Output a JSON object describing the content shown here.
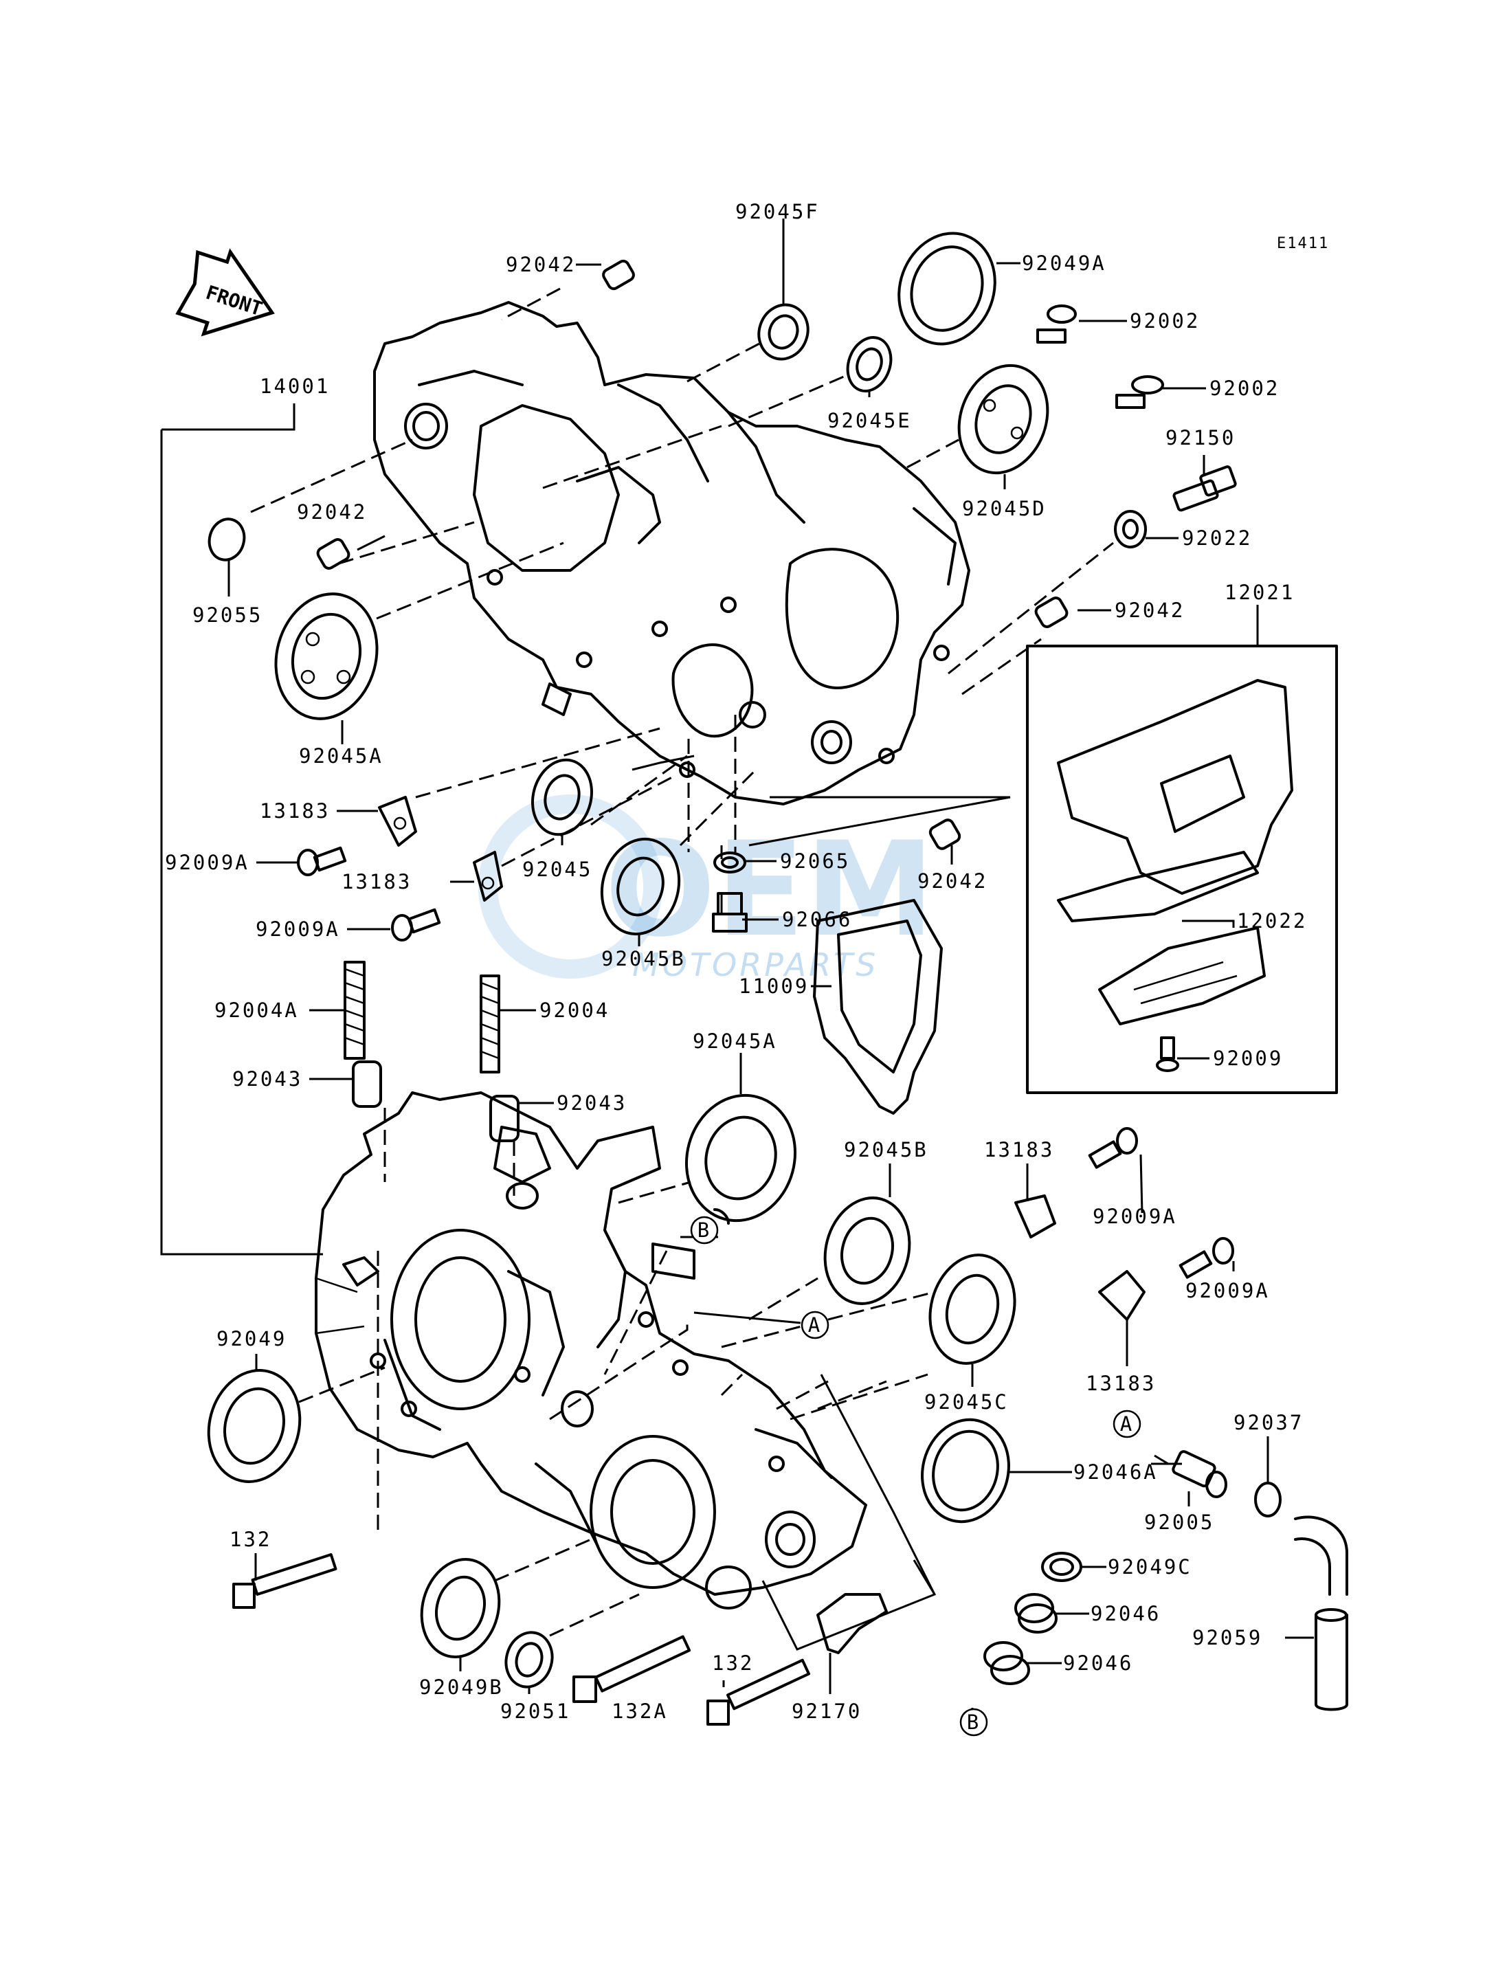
{
  "diagram": {
    "code": "E1411",
    "front_label": "FRONT",
    "watermark": {
      "main": "OEM",
      "sub": "MOTORPARTS"
    },
    "labels": {
      "p92042_top": "92042",
      "p92045F": "92045F",
      "p92049A": "92049A",
      "p92002_a": "92002",
      "p92002_b": "92002",
      "p14001": "14001",
      "p92045E": "92045E",
      "p92150": "92150",
      "p92042_left": "92042",
      "p92045D": "92045D",
      "p92022": "92022",
      "p92055": "92055",
      "p92042_mid": "92042",
      "p12021": "12021",
      "p92045A_top": "92045A",
      "p13183_a": "13183",
      "p92009A_a": "92009A",
      "p13183_b": "13183",
      "p92045": "92045",
      "p92065": "92065",
      "p92042_low": "92042",
      "p12022": "12022",
      "p92009A_b": "92009A",
      "p92066": "92066",
      "p92045B_top": "92045B",
      "p11009": "11009",
      "p92004A": "92004A",
      "p92004": "92004",
      "p92009": "92009",
      "p92043_a": "92043",
      "p92043_b": "92043",
      "p92045A_low": "92045A",
      "p13183_c": "13183",
      "p92045B_low": "92045B",
      "p92009A_c": "92009A",
      "p92049": "92049",
      "p92009A_d": "92009A",
      "p13183_d": "13183",
      "p92045C": "92045C",
      "p92037": "92037",
      "p92046A": "92046A",
      "p92005": "92005",
      "p132_a": "132",
      "p92049C": "92049C",
      "p92046_a": "92046",
      "p92059": "92059",
      "p92046_b": "92046",
      "p132_b": "132",
      "p92049B": "92049B",
      "p92051": "92051",
      "p132A": "132A",
      "p92170": "92170"
    },
    "callouts": {
      "ref_A1": "A",
      "ref_B1": "B",
      "ref_A2": "A",
      "ref_B2": "B"
    }
  }
}
